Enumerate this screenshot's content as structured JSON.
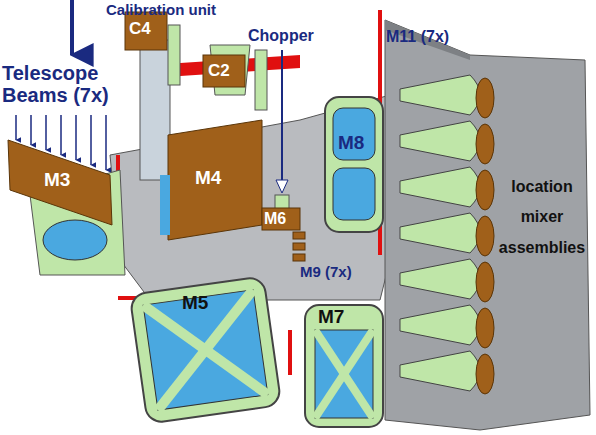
{
  "diagram": {
    "labels": [
      "Calibration unit",
      "C4",
      "C2",
      "Chopper",
      "M11 (7x)",
      "Telescope Beams (7x)",
      "M3",
      "M4",
      "M8",
      "M6",
      "location mixer assemblies",
      "M9 (7x)",
      "M5",
      "M7"
    ]
  }
}
